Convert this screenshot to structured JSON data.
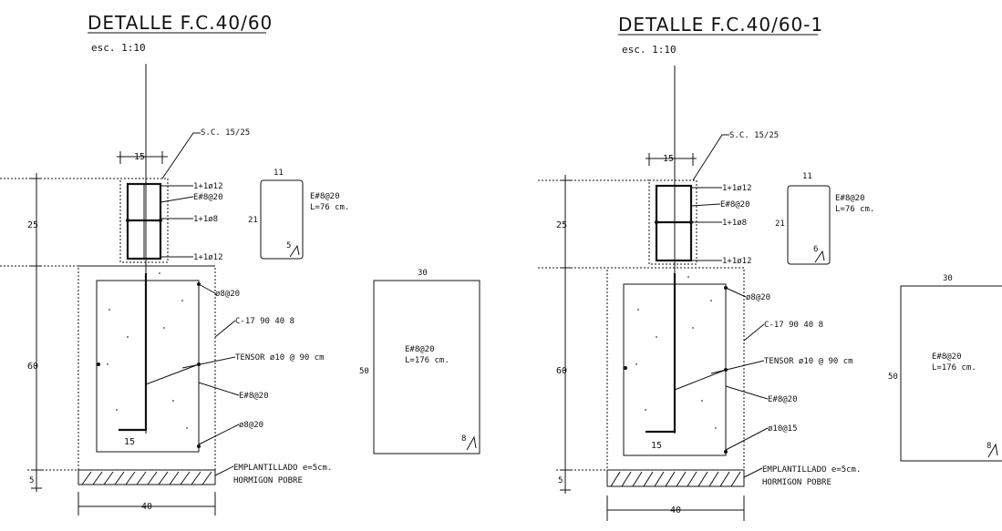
{
  "details": [
    {
      "title": "DETALLE F.C.40/60",
      "scale": "esc. 1:10",
      "labels": {
        "sc": "S.C. 15/25",
        "top_bar": "1+1ø12",
        "stirrup": "E#8@20",
        "mid_bar": "1+1ø8",
        "bot_bar": "1+1ø12",
        "bar_upper": "ø8@20",
        "channel": "C-17 90 40 8",
        "tensor": "TENSOR ø10 @ 90 cm",
        "stirrup2": "E#8@20",
        "bar_lower": "ø8@20",
        "blinding1": "EMPLANTILLADO e=5cm.",
        "blinding2": "HORMIGON POBRE"
      },
      "dims": {
        "w15": "15",
        "h25": "25",
        "h60": "60",
        "h5": "5",
        "w40": "40",
        "w15b": "15"
      },
      "stirrup_small": {
        "w": "11",
        "h": "21",
        "hook": "5",
        "text1": "E#8@20",
        "text2": "L=76 cm."
      },
      "stirrup_big": {
        "w": "30",
        "h": "50",
        "hook": "8",
        "text1": "E#8@20",
        "text2": "L=176 cm."
      }
    },
    {
      "title": "DETALLE F.C.40/60-1",
      "scale": "esc. 1:10",
      "labels": {
        "sc": "S.C. 15/25",
        "top_bar": "1+1ø12",
        "stirrup": "E#8@20",
        "mid_bar": "1+1ø8",
        "bot_bar": "1+1ø12",
        "bar_upper": "ø8@20",
        "channel": "C-17 90 40 8",
        "tensor": "TENSOR ø10 @ 90 cm",
        "stirrup2": "E#8@20",
        "bar_lower": "ø10@15",
        "blinding1": "EMPLANTILLADO e=5cm.",
        "blinding2": "HORMIGON POBRE"
      },
      "dims": {
        "w15": "15",
        "h25": "25",
        "h60": "60",
        "h5": "5",
        "w40": "40",
        "w15b": "15"
      },
      "stirrup_small": {
        "w": "11",
        "h": "21",
        "hook": "6",
        "text1": "E#8@20",
        "text2": "L=76 cm."
      },
      "stirrup_big": {
        "w": "30",
        "h": "50",
        "hook": "8",
        "text1": "E#8@20",
        "text2": "L=176 cm."
      }
    }
  ]
}
